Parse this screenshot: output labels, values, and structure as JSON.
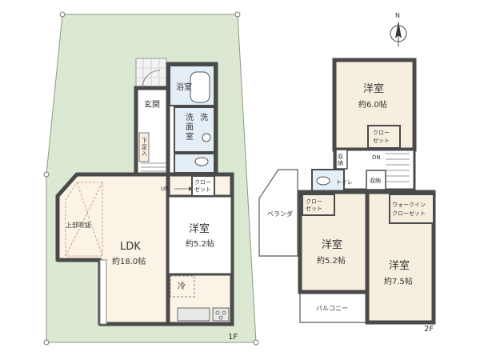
{
  "compass": {
    "north": "N"
  },
  "floor1": {
    "floor_label": "1F",
    "rooms": {
      "genkan": "玄関",
      "bath": "浴室",
      "washroom_1": "洗",
      "washroom_2": "面",
      "washroom_3": "室",
      "washroom_short": "洗",
      "shoe_storage": "下足入",
      "up_mark": "UP",
      "closet_1": "クロー",
      "closet_2": "ゼット",
      "ldk_name": "LDK",
      "ldk_size": "約18.0帖",
      "void": "上部吹抜",
      "western_name": "洋室",
      "western_size": "約5.2帖",
      "fridge": "冷"
    }
  },
  "floor2": {
    "floor_label": "2F",
    "rooms": {
      "room_a_name": "洋室",
      "room_a_size": "約6.0帖",
      "room_b_name": "洋室",
      "room_b_size": "約5.2帖",
      "room_c_name": "洋室",
      "room_c_size": "約7.5帖",
      "closet_a_1": "クロー",
      "closet_a_2": "ゼット",
      "closet_b_1": "クロー",
      "closet_b_2": "ゼット",
      "walkin_1": "ウォークイン",
      "walkin_2": "クローゼット",
      "storage_1": "収納",
      "storage_2": "収納",
      "toilet": "トイレ",
      "down_mark": "DN",
      "veranda": "ベランダ",
      "balcony": "バルコニー"
    }
  }
}
